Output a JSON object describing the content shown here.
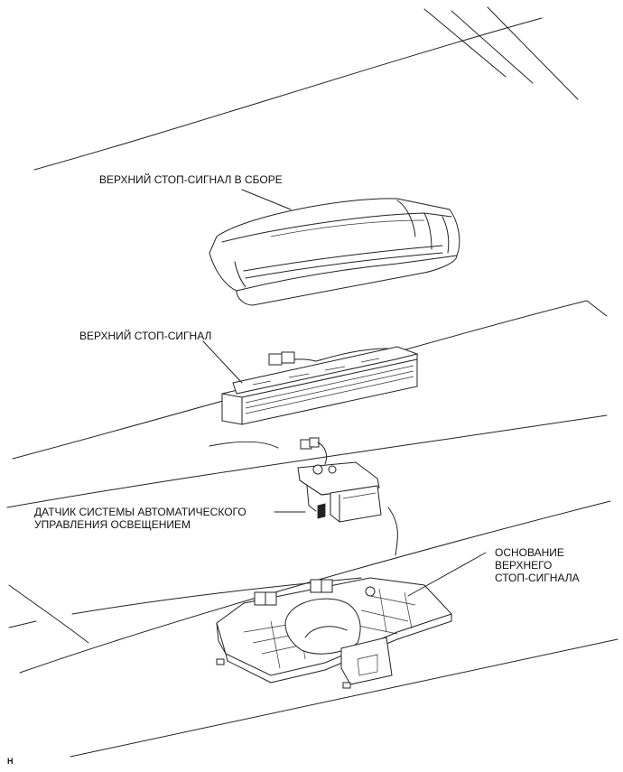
{
  "labels": {
    "assembly": "ВЕРХНИЙ СТОП-СИГНАЛ В СБОРЕ",
    "stop_light": "ВЕРХНИЙ СТОП-СИГНАЛ",
    "sensor_line1": "ДАТЧИК СИСТЕМЫ АВТОМАТИЧЕСКОГО",
    "sensor_line2": "УПРАВЛЕНИЯ ОСВЕЩЕНИЕМ",
    "base_line1": "ОСНОВАНИЕ",
    "base_line2": "ВЕРХНЕГО",
    "base_line3": "СТОП-СИГНАЛА",
    "corner_code": "H"
  }
}
